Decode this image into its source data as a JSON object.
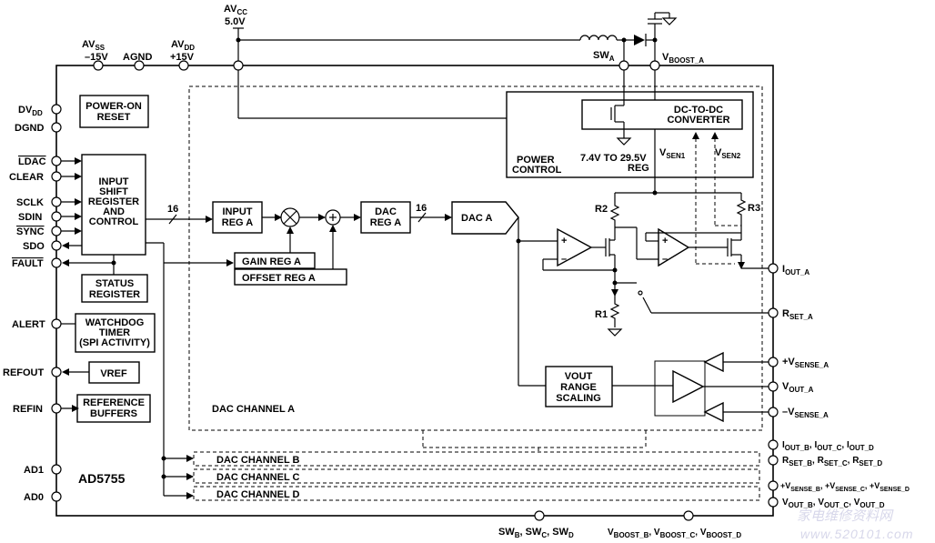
{
  "top_pins": {
    "avss": {
      "main": "AV",
      "sub": "SS",
      "value": "–15V"
    },
    "agnd": "AGND",
    "avdd": {
      "main": "AV",
      "sub": "DD",
      "value": "+15V"
    },
    "avcc": {
      "main": "AV",
      "sub": "CC",
      "value": "5.0V"
    },
    "swa": {
      "main": "SW",
      "sub": "A"
    },
    "vboost_a": {
      "main": "V",
      "sub": "BOOST_A"
    }
  },
  "left_pins": {
    "dvdd": {
      "main": "DV",
      "sub": "DD"
    },
    "dgnd": "DGND",
    "ldac": "LDAC",
    "clear": "CLEAR",
    "sclk": "SCLK",
    "sdin": "SDIN",
    "sync": "SYNC",
    "sdo": "SDO",
    "fault": "FAULT",
    "alert": "ALERT",
    "refout": "REFOUT",
    "refin": "REFIN",
    "ad1": "AD1",
    "ad0": "AD0"
  },
  "blocks": {
    "power_on_reset": [
      "POWER-ON",
      "RESET"
    ],
    "input_shift_register": [
      "INPUT",
      "SHIFT",
      "REGISTER",
      "AND",
      "CONTROL"
    ],
    "status_register": [
      "STATUS",
      "REGISTER"
    ],
    "watchdog_timer": [
      "WATCHDOG",
      "TIMER",
      "(SPI ACTIVITY)"
    ],
    "vref": "VREF",
    "reference_buffers": [
      "REFERENCE",
      "BUFFERS"
    ],
    "input_reg_a": [
      "INPUT",
      "REG A"
    ],
    "dac_reg_a": [
      "DAC",
      "REG A"
    ],
    "gain_reg_a": "GAIN REG A",
    "offset_reg_a": "OFFSET REG A",
    "dac_a": "DAC A",
    "dc_dc_converter": [
      "DC-TO-DC",
      "CONVERTER"
    ],
    "power_control": [
      "POWER",
      "CONTROL"
    ],
    "reg_range": [
      "7.4V TO 29.5V",
      "REG"
    ],
    "vout_range_scaling": [
      "VOUT",
      "RANGE",
      "SCALING"
    ]
  },
  "bus_width_1": "16",
  "bus_width_2": "16",
  "sense_labels": {
    "vsen1": {
      "main": "V",
      "sub": "SEN1"
    },
    "vsen2": {
      "main": "V",
      "sub": "SEN2"
    }
  },
  "resistors": {
    "r1": "R1",
    "r2": "R2",
    "r3": "R3"
  },
  "channel_labels": {
    "a": "DAC CHANNEL A",
    "b": "DAC CHANNEL B",
    "c": "DAC CHANNEL C",
    "d": "DAC CHANNEL D"
  },
  "part_number": "AD5755",
  "right_pins": {
    "iout_a": {
      "main": "I",
      "sub": "OUT_A"
    },
    "rset_a": {
      "main": "R",
      "sub": "SET_A"
    },
    "plus_vsense_a": {
      "main": "+V",
      "sub": "SENSE_A"
    },
    "vout_a": {
      "main": "V",
      "sub": "OUT_A"
    },
    "minus_vsense_a": {
      "main": "–V",
      "sub": "SENSE_A"
    },
    "iout_bcd": [
      {
        "main": "I",
        "sub": "OUT_B"
      },
      {
        "main": "I",
        "sub": "OUT_C"
      },
      {
        "main": "I",
        "sub": "OUT_D"
      }
    ],
    "rset_bcd": [
      {
        "main": "R",
        "sub": "SET_B"
      },
      {
        "main": "R",
        "sub": "SET_C"
      },
      {
        "main": "R",
        "sub": "SET_D"
      }
    ],
    "vsense_bcd": [
      {
        "main": "+V",
        "sub": "SENSE_B"
      },
      {
        "main": "+V",
        "sub": "SENSE_C"
      },
      {
        "main": "+V",
        "sub": "SENSE_D"
      }
    ],
    "vout_bcd": [
      {
        "main": "V",
        "sub": "OUT_B"
      },
      {
        "main": "V",
        "sub": "OUT_C"
      },
      {
        "main": "V",
        "sub": "OUT_D"
      }
    ]
  },
  "bottom_pins": {
    "sw_bcd": [
      {
        "main": "SW",
        "sub": "B"
      },
      {
        "main": "SW",
        "sub": "C"
      },
      {
        "main": "SW",
        "sub": "D"
      }
    ],
    "vboost_bcd": [
      {
        "main": "V",
        "sub": "BOOST_B"
      },
      {
        "main": "V",
        "sub": "BOOST_C"
      },
      {
        "main": "V",
        "sub": "BOOST_D"
      }
    ]
  },
  "watermark": {
    "cn": "家电维修资料网",
    "url": "www.520101.com"
  }
}
